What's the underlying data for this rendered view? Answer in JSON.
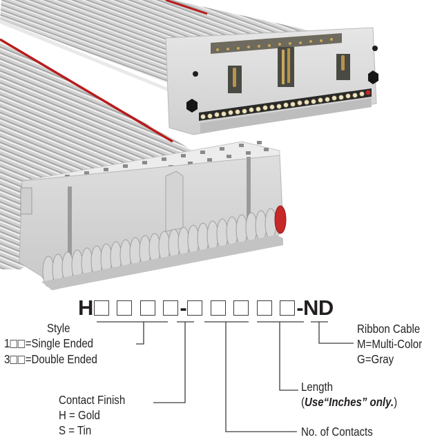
{
  "product_image": {
    "description": "Ribbon cable assembly with IDC socket connector and shrouded box header",
    "cable_color": "#c9c9c9",
    "stripe_color": "#b71c1c",
    "connector_color": "#d9d9d9"
  },
  "part_number": {
    "prefix": "H",
    "dash": "-",
    "suffix": "-ND",
    "box_count_before_dash": 4,
    "box_count_after_dash": 5
  },
  "legend": {
    "style": {
      "title": "Style",
      "options": [
        {
          "code": "1",
          "text": "=Single Ended"
        },
        {
          "code": "3",
          "text": "=Double Ended"
        }
      ]
    },
    "contact_finish": {
      "title": "Contact Finish",
      "options": [
        "H = Gold",
        "S = Tin"
      ]
    },
    "number_of_contacts": {
      "title": "No. of Contacts"
    },
    "length": {
      "title": "Length",
      "note_open": "(",
      "note_emphasis": "Use“Inches” only.",
      "note_close": ")"
    },
    "ribbon_cable": {
      "title": "Ribbon Cable",
      "options": [
        "M=Multi-Color",
        "G=Gray"
      ]
    }
  }
}
